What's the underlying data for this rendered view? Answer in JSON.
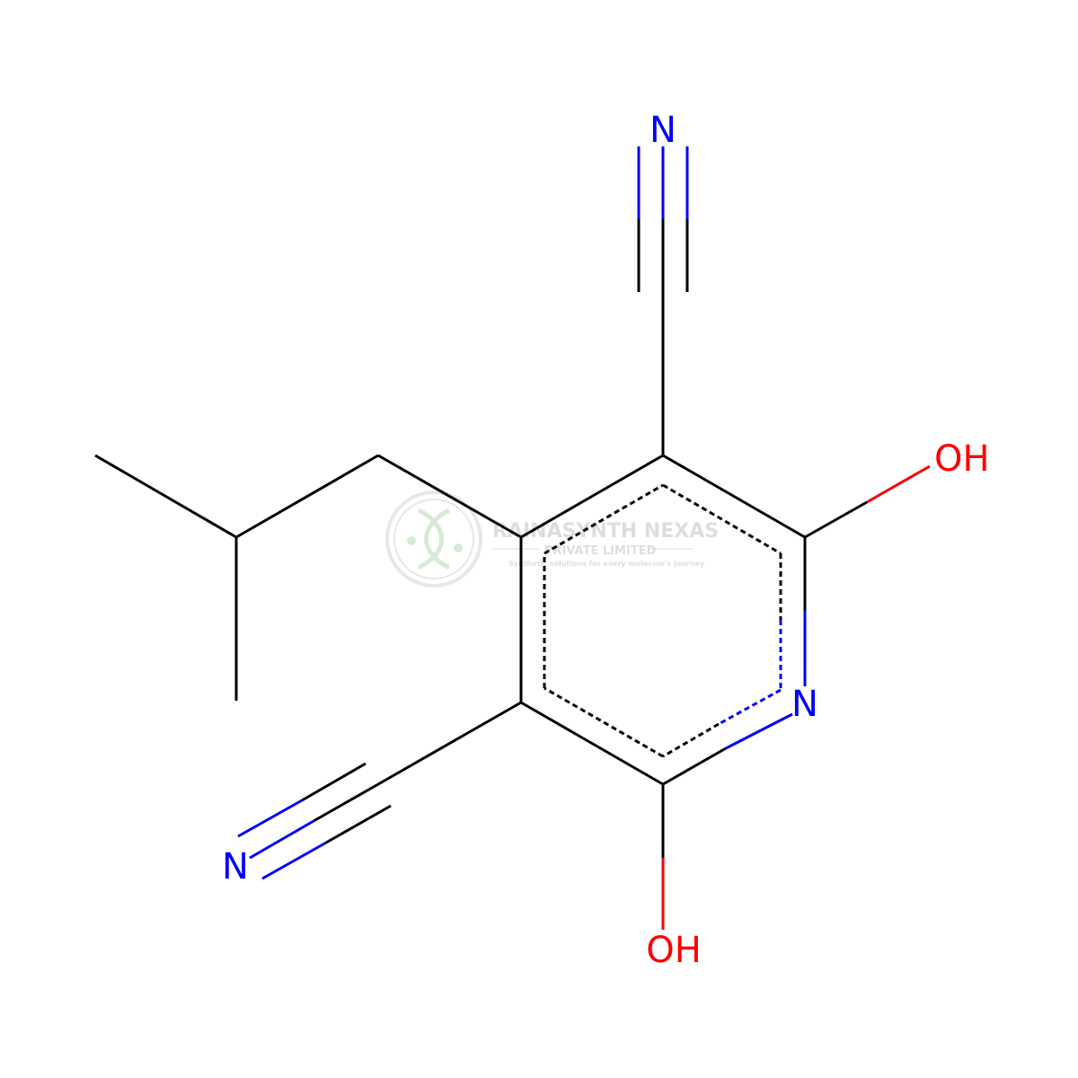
{
  "molecule": {
    "atom_labels": {
      "n_top": "N",
      "n_left": "N",
      "n_ring": "N",
      "oh_right": "OH",
      "oh_bottom": "OH"
    },
    "colors": {
      "bond": "#000000",
      "nitrogen": "#0000ff",
      "oxygen": "#ff0000"
    }
  },
  "watermark": {
    "company": "RAINASYNTH NEXAS",
    "subtitle": "PRIVATE LIMITED",
    "tagline": "Synthetic solutions for every molecule's journey",
    "logo": "dna-helix-logo"
  }
}
